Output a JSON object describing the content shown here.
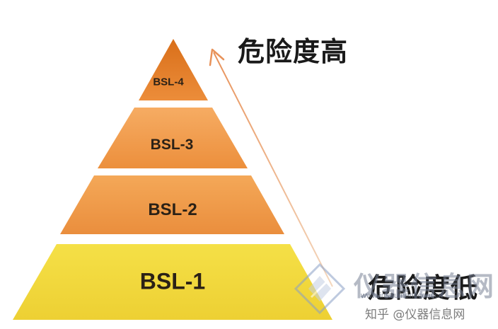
{
  "pyramid": {
    "levels": [
      {
        "label": "BSL-4",
        "color": "#e3802a"
      },
      {
        "label": "BSL-3",
        "color": "#ef9a4a"
      },
      {
        "label": "BSL-2",
        "color": "#ee9a45"
      },
      {
        "label": "BSL-1",
        "color": "#f0d536"
      }
    ]
  },
  "annotations": {
    "top_label": "危险度高",
    "bottom_label": "危险度低",
    "arrow_color": "#f1b37d"
  },
  "watermark": {
    "main": "仪器信息网",
    "url": "www.instrument.com.cn",
    "credit": "知乎 @仪器信息网"
  }
}
